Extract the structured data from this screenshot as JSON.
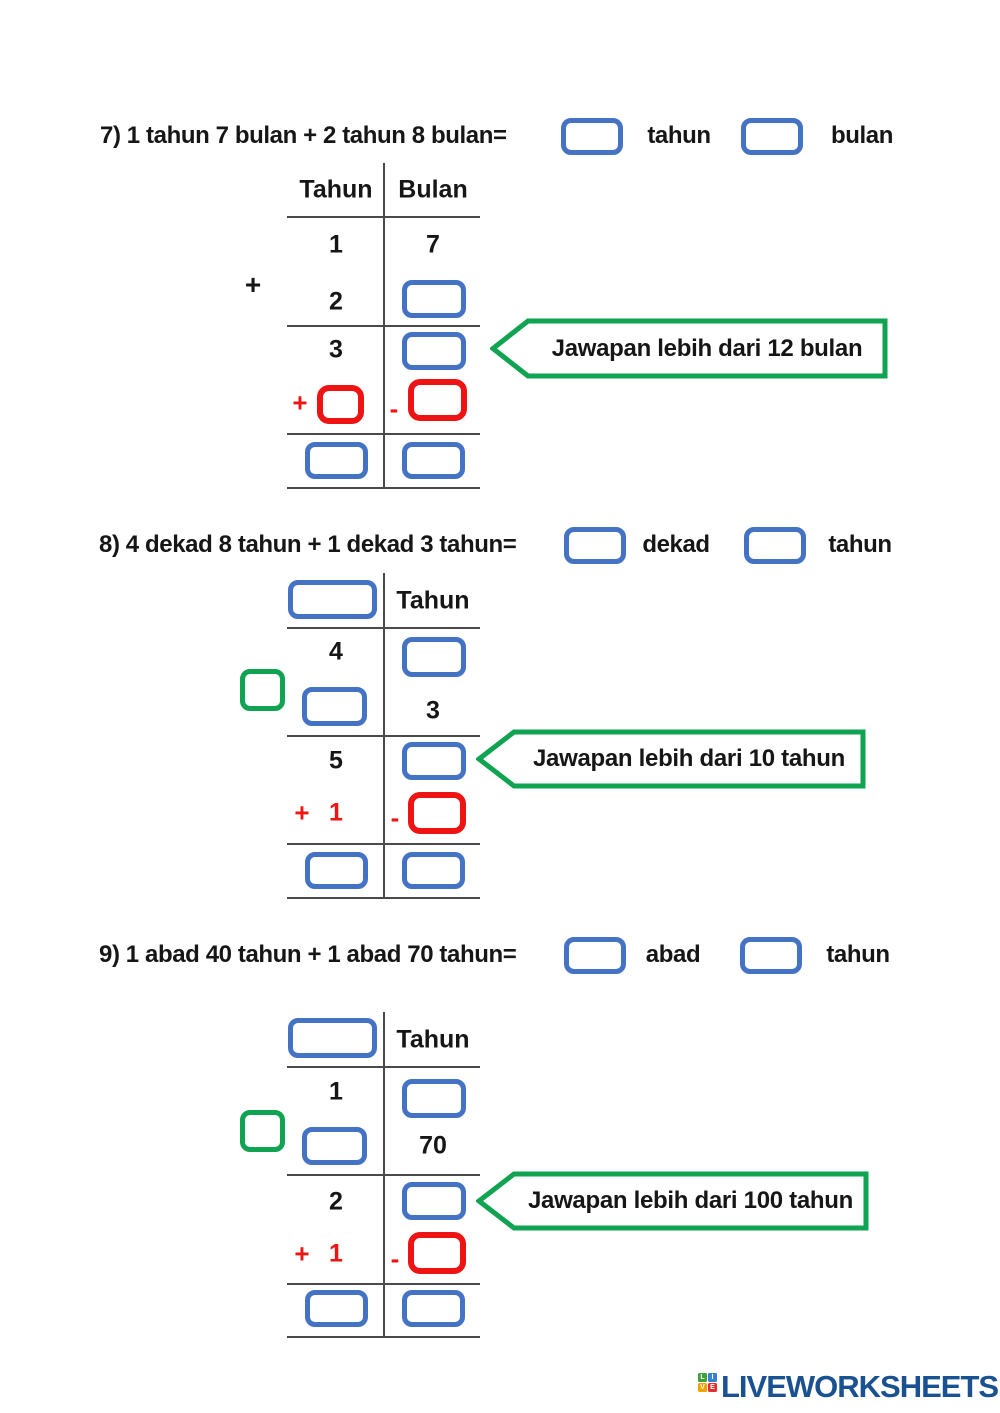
{
  "problems": [
    {
      "question": "7) 1 tahun 7 bulan + 2 tahun 8 bulan=",
      "unit1": "tahun",
      "unit2": "bulan",
      "operator": "+",
      "table": {
        "h1": "Tahun",
        "h2": "Bulan",
        "r1c1": "1",
        "r1c2": "7",
        "r2c1": "2",
        "r3c1": "3",
        "carry_plus": "+",
        "carry_minus": "-"
      },
      "callout": "Jawapan lebih dari 12 bulan"
    },
    {
      "question": "8) 4 dekad 8 tahun + 1 dekad 3 tahun=",
      "unit1": "dekad",
      "unit2": "tahun",
      "table": {
        "h2": "Tahun",
        "r1c1": "4",
        "r2c2": "3",
        "r3c1": "5",
        "carry_plus": "+",
        "carry_value": "1",
        "carry_minus": "-"
      },
      "callout": "Jawapan lebih dari 10 tahun"
    },
    {
      "question": "9) 1 abad 40 tahun + 1 abad 70 tahun=",
      "unit1": "abad",
      "unit2": "tahun",
      "table": {
        "h2": "Tahun",
        "r1c1": "1",
        "r2c2": "70",
        "r3c1": "2",
        "carry_plus": "+",
        "carry_value": "1",
        "carry_minus": "-"
      },
      "callout": "Jawapan lebih dari 100 tahun"
    }
  ],
  "colors": {
    "blue": "#4573c4",
    "red": "#ee1414",
    "green": "#0fa352",
    "line": "#4a4a4a",
    "brand_navy": "#1a5191"
  },
  "footer": {
    "brand": "LIVEWORKSHEETS",
    "icon": [
      "L",
      "I",
      "V",
      "E"
    ]
  }
}
